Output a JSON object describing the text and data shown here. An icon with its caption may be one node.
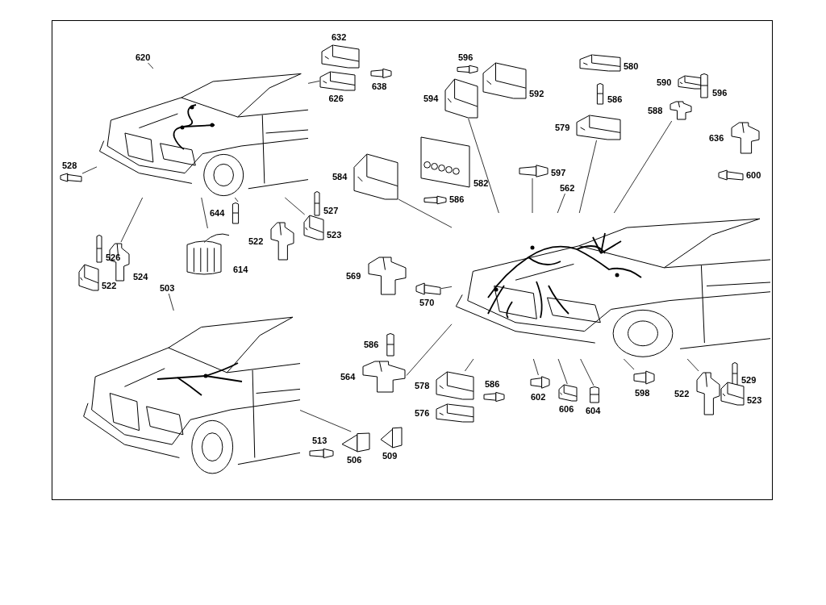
{
  "diagram": {
    "nodes": [
      {
        "text": [],
        "shape": "picture"
      },
      {
        "text": [],
        "shape": "picture"
      },
      {
        "text": [],
        "shape": "picture"
      },
      {
        "text": [
          "620"
        ]
      },
      {
        "text": [
          "626"
        ]
      },
      {
        "text": [
          "528"
        ]
      },
      {
        "text": [
          "524"
        ]
      },
      {
        "text": [
          "614"
        ]
      },
      {
        "text": [
          "644"
        ]
      },
      {
        "text": [
          "523"
        ]
      },
      {
        "text": [
          "503"
        ]
      },
      {
        "text": [
          "506"
        ]
      },
      {
        "text": [
          "594"
        ]
      },
      {
        "text": [
          "597"
        ]
      },
      {
        "text": [
          "562"
        ]
      },
      {
        "text": [
          "579"
        ]
      },
      {
        "text": [
          "588"
        ]
      },
      {
        "text": [
          "584"
        ]
      },
      {
        "text": [
          "570"
        ]
      },
      {
        "text": [
          "564"
        ]
      },
      {
        "text": [
          "578"
        ]
      },
      {
        "text": [
          "602"
        ]
      },
      {
        "text": [
          "606"
        ]
      },
      {
        "text": [
          "604"
        ]
      },
      {
        "text": [
          "598"
        ]
      },
      {
        "text": [
          "522"
        ]
      }
    ],
    "edges": [
      {
        "from": 3,
        "to": 0,
        "arrow": "none"
      },
      {
        "from": 5,
        "to": 0,
        "arrow": "none"
      },
      {
        "from": 6,
        "to": 0,
        "arrow": "none"
      },
      {
        "from": 7,
        "to": 0,
        "arrow": "none"
      },
      {
        "from": 8,
        "to": 0,
        "arrow": "none"
      },
      {
        "from": 9,
        "to": 0,
        "arrow": "none"
      },
      {
        "from": 4,
        "to": 0,
        "arrow": "none"
      },
      {
        "from": 10,
        "to": 1,
        "arrow": "none"
      },
      {
        "from": 11,
        "to": 1,
        "arrow": "none"
      },
      {
        "from": 12,
        "to": 2,
        "arrow": "none"
      },
      {
        "from": 13,
        "to": 2,
        "arrow": "none"
      },
      {
        "from": 14,
        "to": 2,
        "arrow": "none"
      },
      {
        "from": 15,
        "to": 2,
        "arrow": "none"
      },
      {
        "from": 16,
        "to": 2,
        "arrow": "none"
      },
      {
        "from": 17,
        "to": 2,
        "arrow": "none"
      },
      {
        "from": 18,
        "to": 2,
        "arrow": "none"
      },
      {
        "from": 19,
        "to": 2,
        "arrow": "none"
      },
      {
        "from": 20,
        "to": 2,
        "arrow": "none"
      },
      {
        "from": 21,
        "to": 2,
        "arrow": "none"
      },
      {
        "from": 22,
        "to": 2,
        "arrow": "none"
      },
      {
        "from": 23,
        "to": 2,
        "arrow": "none"
      },
      {
        "from": 24,
        "to": 2,
        "arrow": "none"
      },
      {
        "from": 25,
        "to": 2,
        "arrow": "none"
      }
    ],
    "labels": [
      "632",
      "596",
      "580",
      "590",
      "638",
      "592",
      "586",
      "596",
      "636",
      "600",
      "582",
      "586",
      "527",
      "522",
      "526",
      "522",
      "569",
      "586",
      "529",
      "586",
      "576",
      "523",
      "513",
      "509"
    ]
  }
}
